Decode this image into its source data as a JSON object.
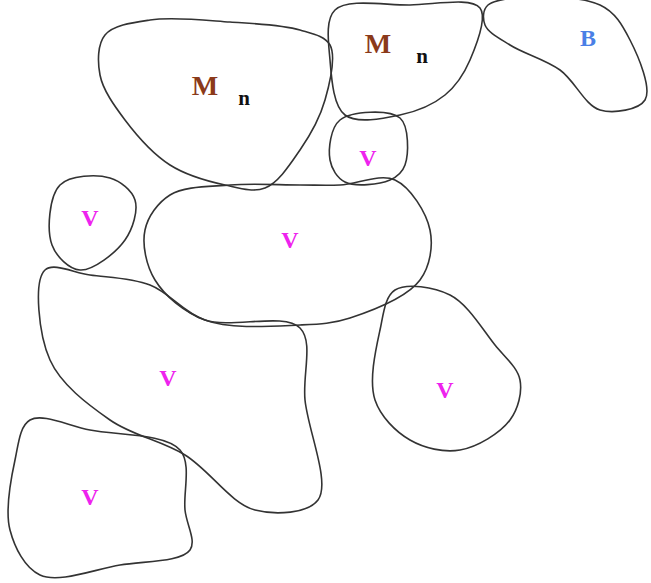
{
  "diagram": {
    "nodes": [
      {
        "text": [
          "M",
          "n"
        ]
      },
      {
        "text": [
          "M",
          "n"
        ]
      },
      {
        "text": [
          "B"
        ]
      },
      {
        "text": [
          "V"
        ]
      },
      {
        "text": [
          "V"
        ]
      },
      {
        "text": [
          "V"
        ]
      },
      {
        "text": [
          "V"
        ]
      },
      {
        "text": [
          "V"
        ]
      },
      {
        "text": [
          "V"
        ]
      }
    ]
  }
}
